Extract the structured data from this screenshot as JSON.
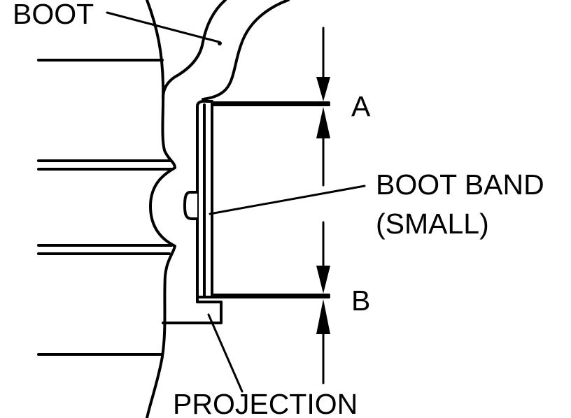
{
  "labels": {
    "boot": "BOOT",
    "dim_a": "A",
    "boot_band_line1": "BOOT BAND",
    "boot_band_line2": "(SMALL)",
    "dim_b": "B",
    "projection": "PROJECTION"
  },
  "colors": {
    "ink": "#000000",
    "paper": "#ffffff"
  }
}
